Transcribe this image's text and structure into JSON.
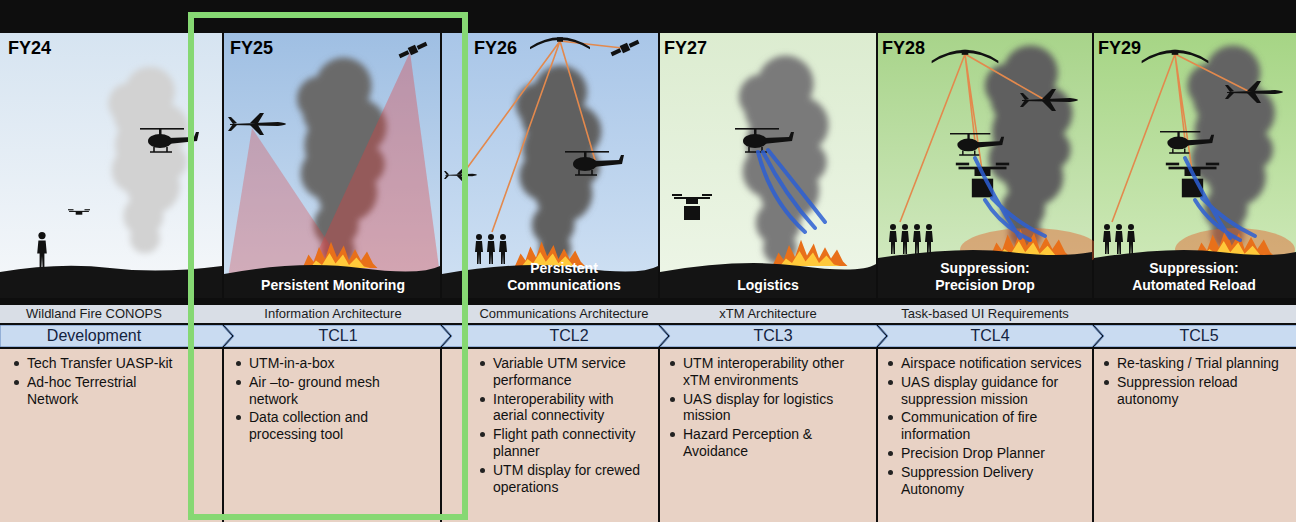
{
  "diagram": {
    "nodes": [
      {
        "text": [
          "FY24"
        ]
      },
      {
        "text": [
          "FY25",
          "Persistent Monitoring"
        ]
      },
      {
        "text": [
          "FY26",
          "Persistent Communications"
        ]
      },
      {
        "text": [
          "FY27",
          "Logistics"
        ]
      },
      {
        "text": [
          "FY28",
          "Suppression: Precision Drop"
        ]
      },
      {
        "text": [
          "FY29",
          "Suppression: Automated Reload"
        ]
      },
      {
        "text": [
          "Development"
        ]
      },
      {
        "text": [
          "TCL1"
        ]
      },
      {
        "text": [
          "TCL2"
        ]
      },
      {
        "text": [
          "TCL3"
        ]
      },
      {
        "text": [
          "TCL4"
        ]
      },
      {
        "text": [
          "TCL5"
        ]
      },
      {
        "text": [
          "Tech Transfer UASP-kit",
          "Ad-hoc Terrestrial Network"
        ]
      },
      {
        "text": [
          "UTM-in-a-box",
          "Air –to- ground mesh network",
          "Data collection and processing tool"
        ]
      },
      {
        "text": [
          "Variable UTM service performance",
          "Interoperability with aerial connectivity",
          "Flight path connectivity planner",
          "UTM display for crewed operations"
        ]
      },
      {
        "text": [
          "UTM interoperability other xTM environments",
          "UAS display for logistics mission",
          "Hazard Perception & Avoidance"
        ]
      },
      {
        "text": [
          "Airspace notification services",
          "UAS display guidance for suppression mission",
          "Communication of fire information",
          "Precision Drop Planner",
          "Suppression Delivery Autonomy"
        ]
      },
      {
        "text": [
          "Re-tasking / Trial planning",
          "Suppression reload autonomy"
        ]
      }
    ],
    "labels": [
      "Wildland Fire CONOPS",
      "Information Architecture",
      "Communications Architecture",
      "xTM Architecture",
      "Task-based UI Requirements"
    ]
  }
}
